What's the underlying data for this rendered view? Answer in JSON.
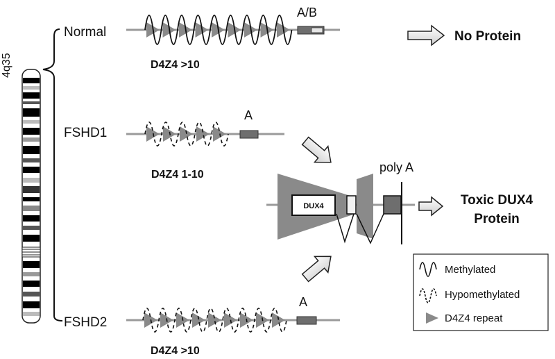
{
  "chromosome": {
    "label": "4q35"
  },
  "rows": {
    "normal": {
      "label": "Normal",
      "allele": "A/B",
      "repeat_label": "D4Z4 >10",
      "repeat_units": 9
    },
    "fshd1": {
      "label": "FSHD1",
      "allele": "A",
      "repeat_label": "D4Z4 1-10",
      "repeat_units": 5
    },
    "fshd2": {
      "label": "FSHD2",
      "allele": "A",
      "repeat_label": "D4Z4 >10",
      "repeat_units": 9
    }
  },
  "outcomes": {
    "normal": "No Protein",
    "toxic_line1": "Toxic  DUX4",
    "toxic_line2": "Protein"
  },
  "gene": {
    "dux4_label": "DUX4",
    "polya_label": "poly A"
  },
  "legend": {
    "methylated": "Methylated",
    "hypomethylated": "Hypomethylated",
    "repeat": "D4Z4 repeat"
  },
  "colors": {
    "repeat": "#8a8a8a",
    "line": "#9a9a9a",
    "box": "#6e6e6e",
    "ink": "#111111"
  }
}
